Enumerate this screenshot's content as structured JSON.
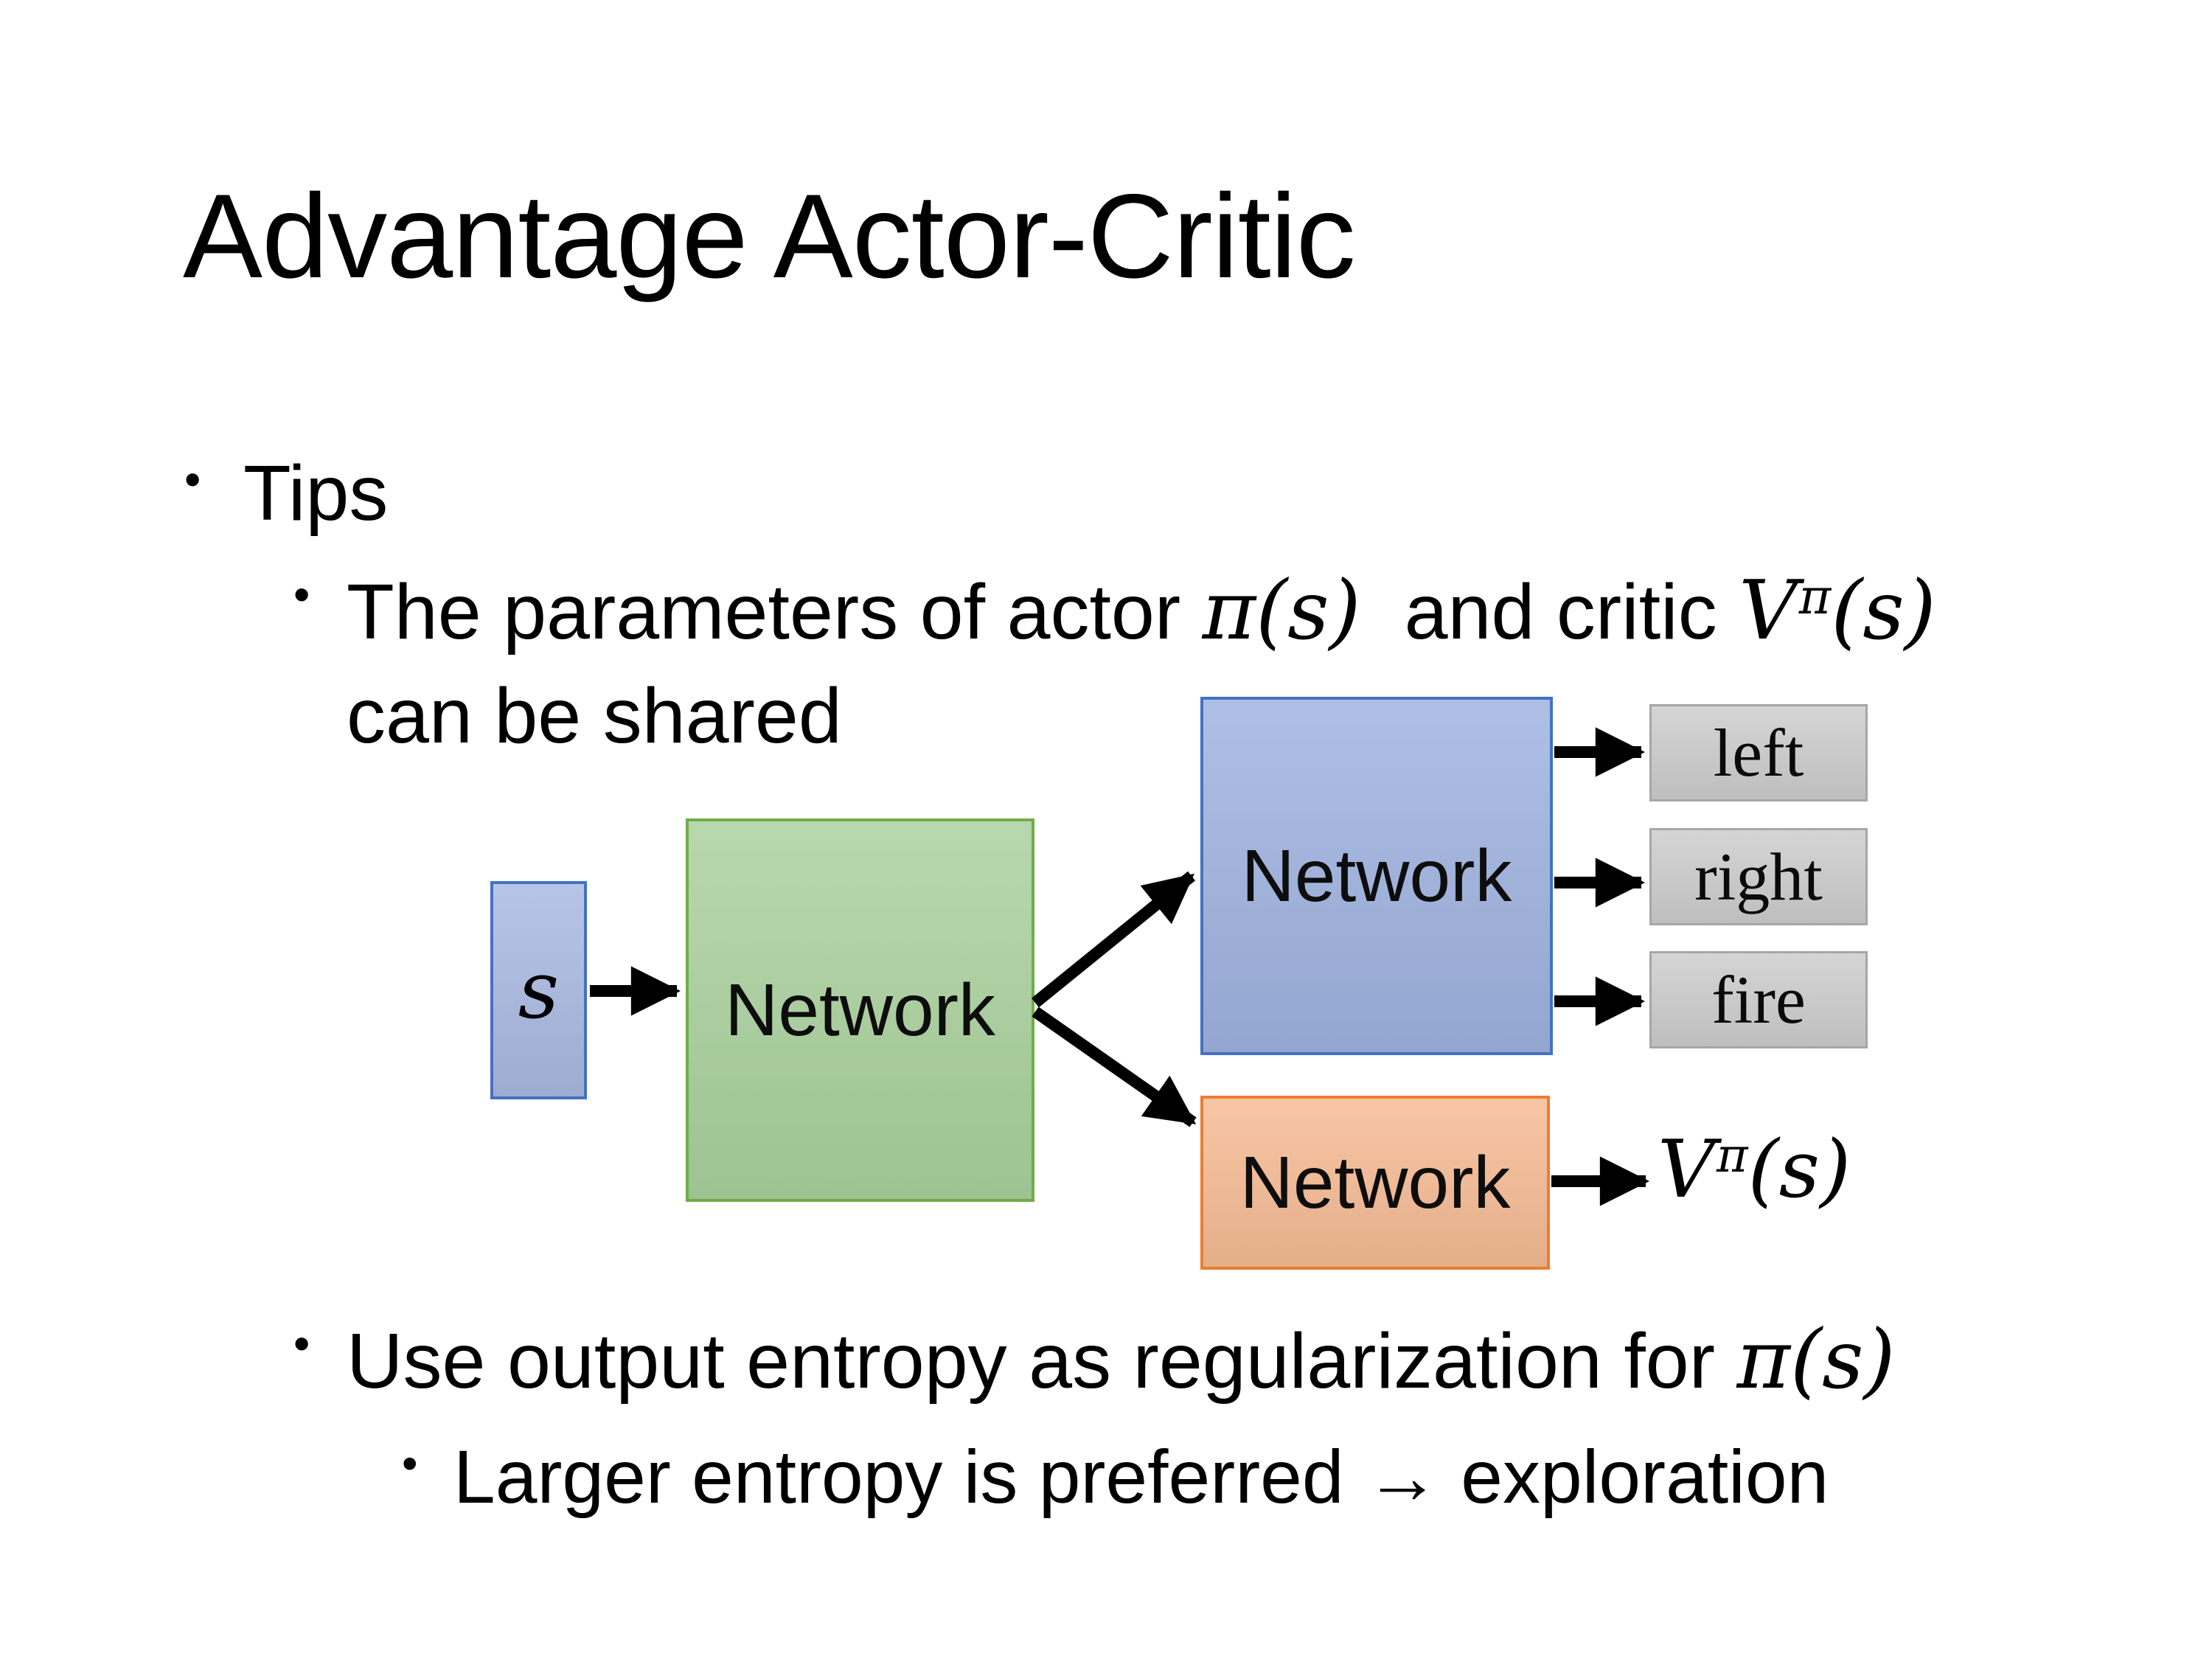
{
  "slide": {
    "title": "Advantage Actor-Critic",
    "bullet_glyph": "•",
    "bullets": {
      "tips": "Tips",
      "sub1": {
        "pre": "The parameters of actor ",
        "math_pi": "π(s)",
        "mid": "  and critic ",
        "v_base": "V",
        "v_sup": "π",
        "v_args": "(s)",
        "line2": "can be shared"
      },
      "sub2": {
        "pre": "Use output entropy as regularization for ",
        "math_pi": "π(s)"
      },
      "sub3": "Larger entropy is preferred → exploration"
    },
    "diagram": {
      "state_label": "s",
      "shared_network_label": "Network",
      "actor_network_label": "Network",
      "critic_network_label": "Network",
      "actions": [
        "left",
        "right",
        "fire"
      ],
      "critic_output": {
        "base": "V",
        "sup": "π",
        "args": "(s)"
      },
      "colors": {
        "state_fill": "#aab9e2",
        "state_border": "#4472c4",
        "shared_fill": "#aad19d",
        "shared_border": "#70ad47",
        "actor_fill": "#9fb3e0",
        "actor_border": "#4472c4",
        "critic_fill": "#f6bb94",
        "critic_border": "#ed7d31",
        "action_fill": "#cdcdcd",
        "action_border": "#a6a6a6",
        "arrow_color": "#000000"
      }
    }
  }
}
